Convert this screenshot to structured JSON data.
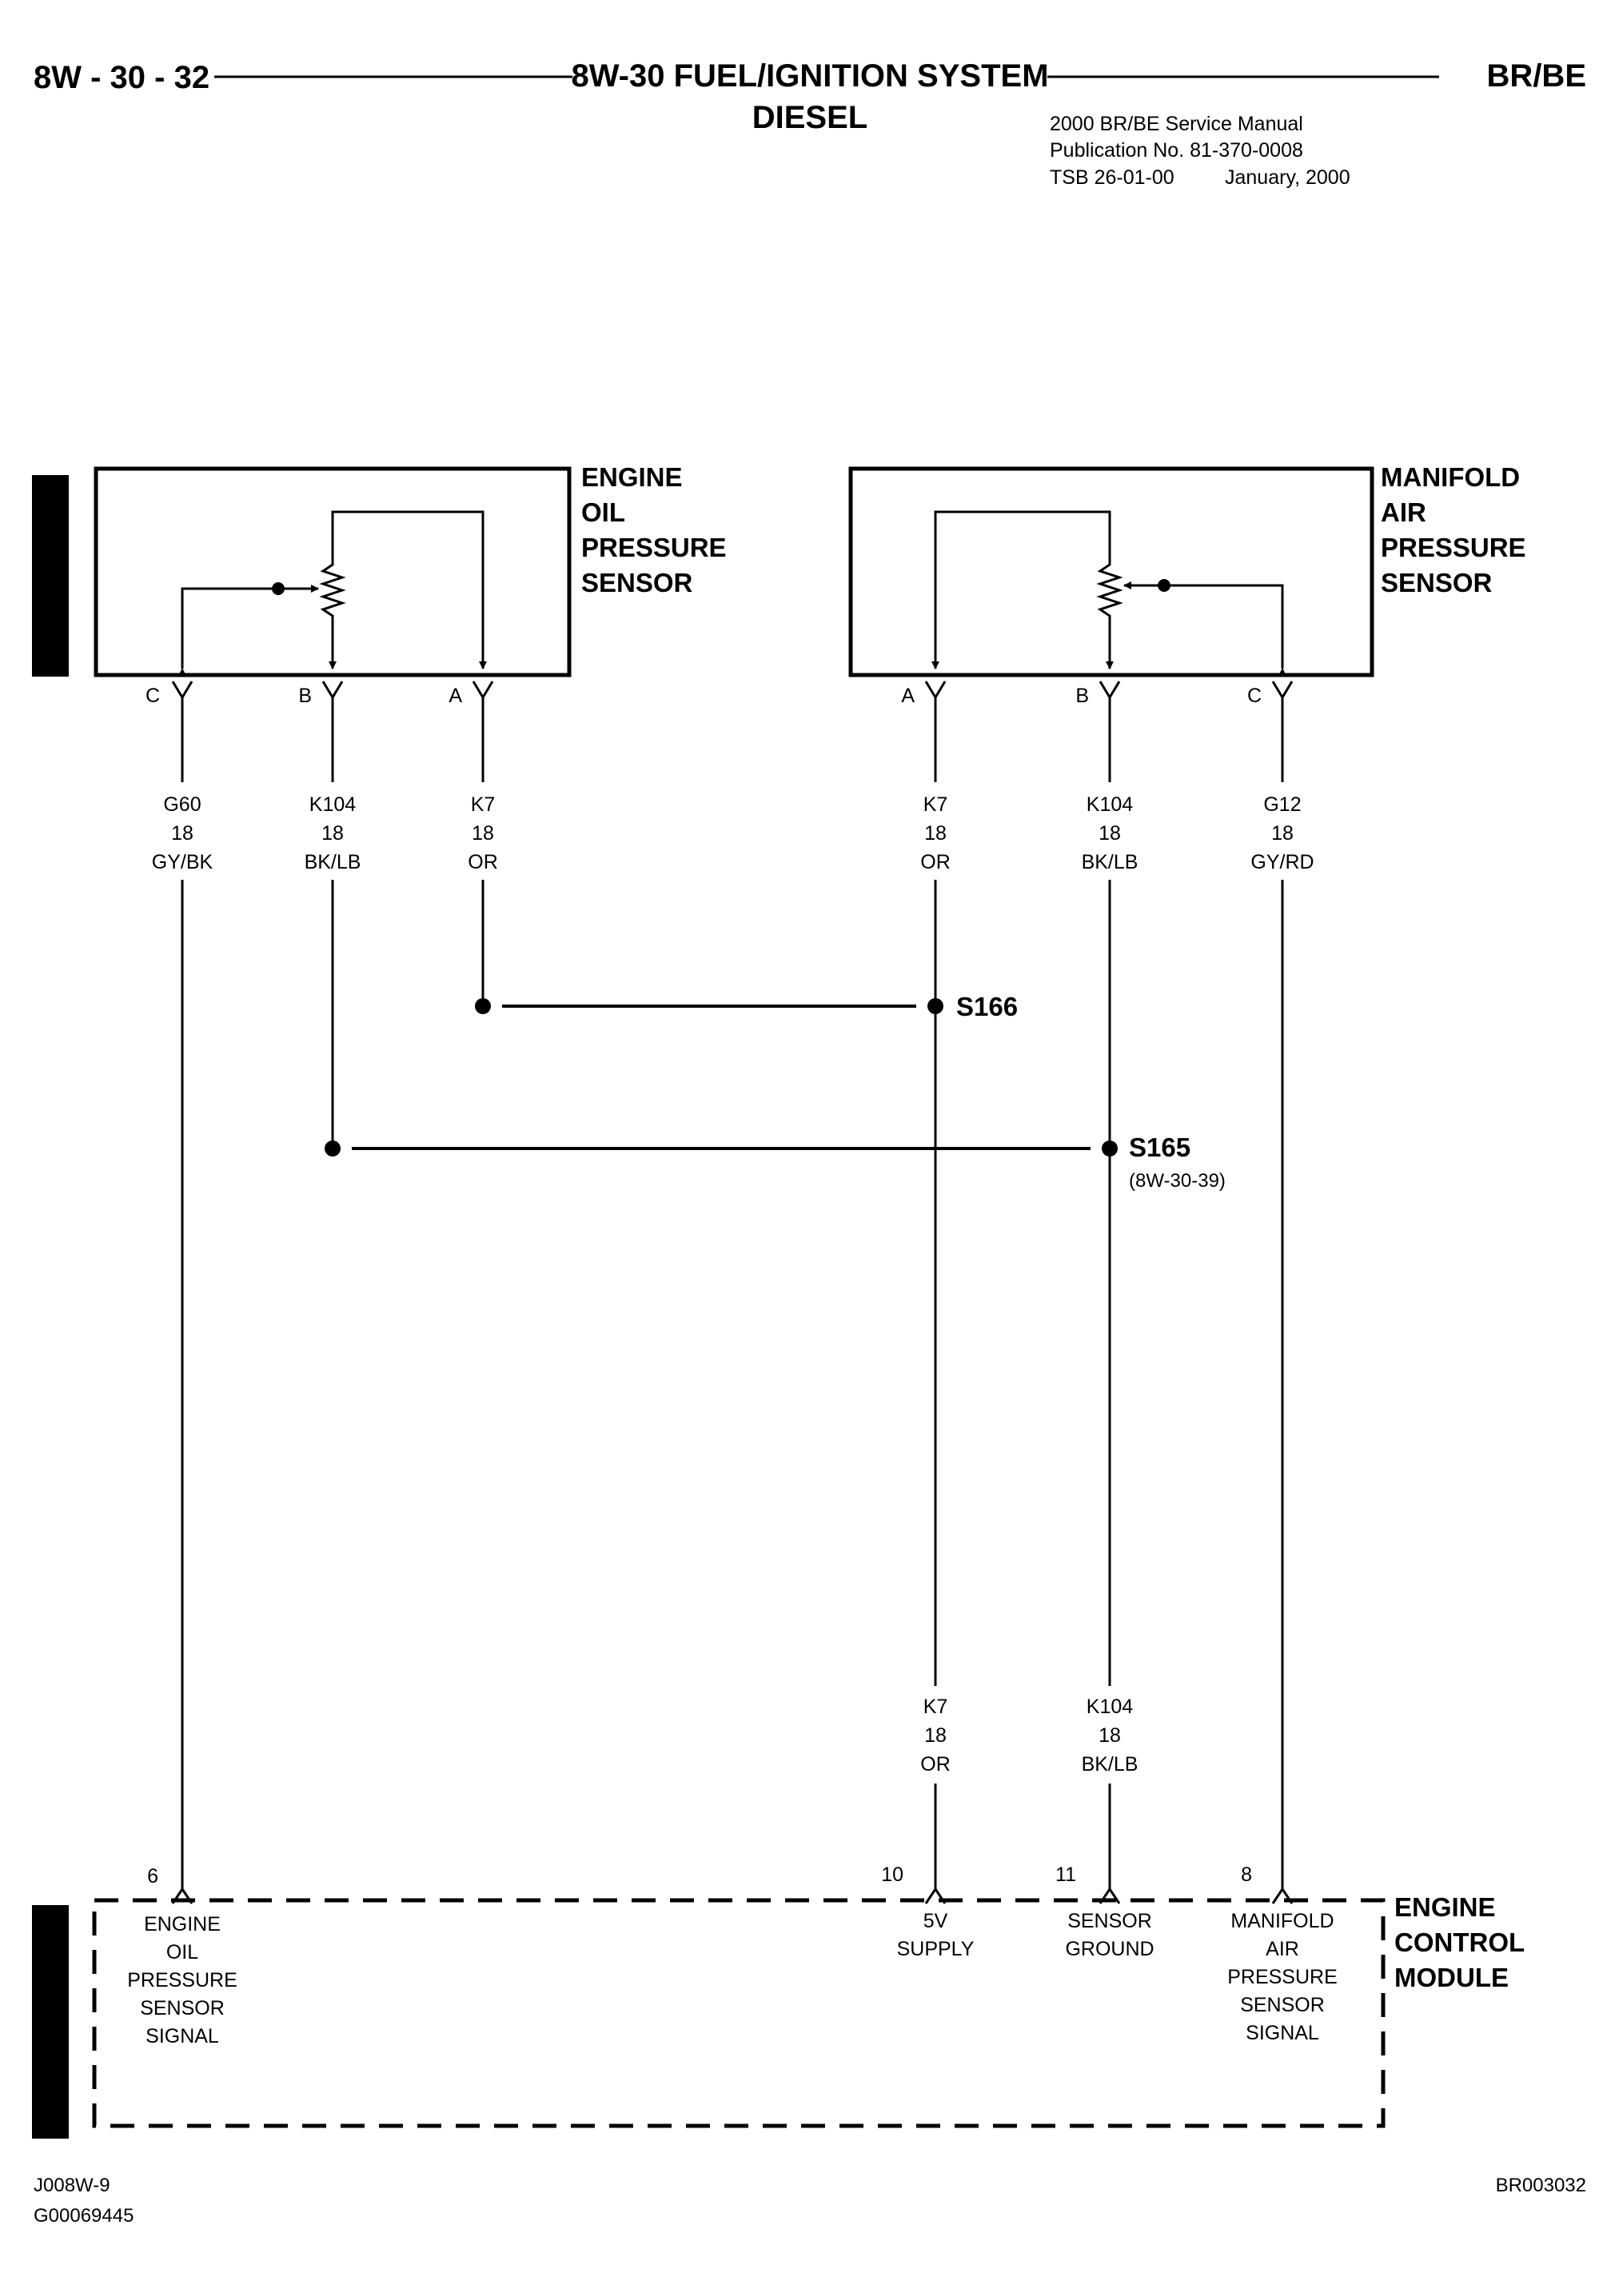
{
  "header": {
    "page_number": "8W - 30 - 32",
    "title_line1": "8W-30 FUEL/IGNITION SYSTEM",
    "title_line2": "DIESEL",
    "model": "BR/BE",
    "manual_line1": "2000 BR/BE Service Manual",
    "manual_line2": "Publication No. 81-370-0008",
    "tsb": "TSB 26-01-00",
    "date": "January, 2000"
  },
  "components": {
    "oil_sensor": [
      "ENGINE",
      "OIL",
      "PRESSURE",
      "SENSOR"
    ],
    "map_sensor": [
      "MANIFOLD",
      "AIR",
      "PRESSURE",
      "SENSOR"
    ],
    "ecm": [
      "ENGINE",
      "CONTROL",
      "MODULE"
    ]
  },
  "oil_sensor_pins": [
    "C",
    "B",
    "A"
  ],
  "map_sensor_pins": [
    "A",
    "B",
    "C"
  ],
  "wires_top": [
    {
      "circuit": "G60",
      "gauge": "18",
      "color": "GY/BK"
    },
    {
      "circuit": "K104",
      "gauge": "18",
      "color": "BK/LB"
    },
    {
      "circuit": "K7",
      "gauge": "18",
      "color": "OR"
    },
    {
      "circuit": "K7",
      "gauge": "18",
      "color": "OR"
    },
    {
      "circuit": "K104",
      "gauge": "18",
      "color": "BK/LB"
    },
    {
      "circuit": "G12",
      "gauge": "18",
      "color": "GY/RD"
    }
  ],
  "wires_bottom": [
    {
      "circuit": "K7",
      "gauge": "18",
      "color": "OR"
    },
    {
      "circuit": "K104",
      "gauge": "18",
      "color": "BK/LB"
    }
  ],
  "splices": {
    "s166": "S166",
    "s165": "S165",
    "s165_ref": "(8W-30-39)"
  },
  "ecm_pins": [
    {
      "pin": "6",
      "label": [
        "ENGINE",
        "OIL",
        "PRESSURE",
        "SENSOR",
        "SIGNAL"
      ]
    },
    {
      "pin": "10",
      "label": [
        "5V",
        "SUPPLY"
      ]
    },
    {
      "pin": "11",
      "label": [
        "SENSOR",
        "GROUND"
      ]
    },
    {
      "pin": "8",
      "label": [
        "MANIFOLD",
        "AIR",
        "PRESSURE",
        "SENSOR",
        "SIGNAL"
      ]
    }
  ],
  "footer": {
    "code1": "J008W-9",
    "code2": "G00069445",
    "ref": "BR003032"
  }
}
